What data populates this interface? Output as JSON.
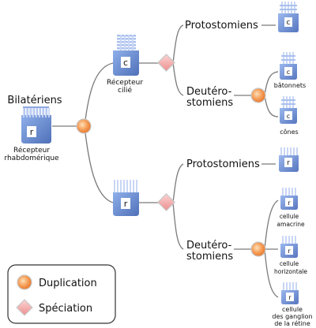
{
  "colors": {
    "duplication": "#f4a058",
    "speciation": "#f2a8a8",
    "receptor_fill": "#6f8fd4",
    "line": "#7a7a7a"
  },
  "root": {
    "title": "Bilatériens",
    "receptor_letter": "r",
    "receptor_label_line1": "Récepteur",
    "receptor_label_line2": "rhabdomérique"
  },
  "ciliary": {
    "receptor_letter": "c",
    "label_line1": "Récepteur",
    "label_line2": "cilié",
    "protostome": {
      "name": "Protostomiens",
      "cell_letter": "c"
    },
    "deuterostome": {
      "name_line1": "Deutéro-",
      "name_line2": "stomiens",
      "cells": [
        {
          "letter": "c",
          "label": "bâtonnets"
        },
        {
          "letter": "c",
          "label": "cônes"
        }
      ]
    }
  },
  "rhabdomeric": {
    "receptor_letter": "r",
    "protostome": {
      "name": "Protostomiens",
      "cell_letter": "r"
    },
    "deuterostome": {
      "name_line1": "Deutéro-",
      "name_line2": "stomiens",
      "cells": [
        {
          "letter": "r",
          "label_line1": "cellule",
          "label_line2": "amacrine"
        },
        {
          "letter": "r",
          "label_line1": "cellule",
          "label_line2": "horizontale"
        },
        {
          "letter": "r",
          "label_line1": "cellule",
          "label_line2": "des ganglion",
          "label_line3": "de la rétine"
        }
      ]
    }
  },
  "legend": {
    "duplication": "Duplication",
    "speciation": "Spéciation"
  }
}
